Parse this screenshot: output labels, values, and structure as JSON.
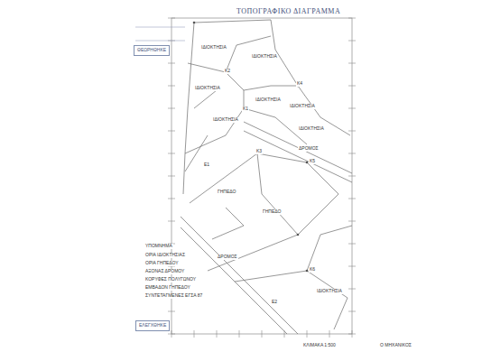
{
  "diagram": {
    "title": "ΤΟΠΟΓΡΑΦΙΚΟ ΔΙΑΓΡΑΜΜΑ",
    "nodes": [
      {
        "text": [
          "ΘΕΩΡΗΘΗΚΕ"
        ]
      },
      {
        "text": [
          "ΕΛΕΓΧΘΗΚΕ"
        ]
      }
    ],
    "labels": [
      "ΙΔΙΟΚΤΗΣΙΑ",
      "ΙΔΙΟΚΤΗΣΙΑ",
      "ΙΔΙΟΚΤΗΣΙΑ",
      "ΙΔΙΟΚΤΗΣΙΑ",
      "ΙΔΙΟΚΤΗΣΙΑ",
      "ΙΔΙΟΚΤΗΣΙΑ",
      "ΙΔΙΟΚΤΗΣΙΑ",
      "ΙΔΙΟΚΤΗΣΙΑ",
      "Κ1",
      "Κ2",
      "Κ3",
      "Κ4",
      "Κ5",
      "Κ6",
      "Ε1",
      "Ε2",
      "ΓΗΠΕΔΟ",
      "ΓΗΠΕΔΟ",
      "ΔΡΟΜΟΣ",
      "ΔΡΟΜΟΣ",
      "ΚΛΙΜΑΚΑ 1:500",
      "ΥΠΟΜΝΗΜΑ",
      "ΟΡΙΑ ΙΔΙΟΚΤΗΣΙΑΣ",
      "ΟΡΙΑ ΓΗΠΕΔΟΥ",
      "ΑΞΟΝΑΣ ΔΡΟΜΟΥ",
      "ΚΟΡΥΦΕΣ ΠΟΛΥΓΩΝΟΥ",
      "ΕΜΒΑΔΟΝ ΓΗΠΕΔΟΥ",
      "ΣΥΝΤΕΤΑΓΜΕΝΕΣ ΕΓΣΑ 87",
      "Ο ΜΗΧΑΝΙΚΟΣ"
    ]
  }
}
